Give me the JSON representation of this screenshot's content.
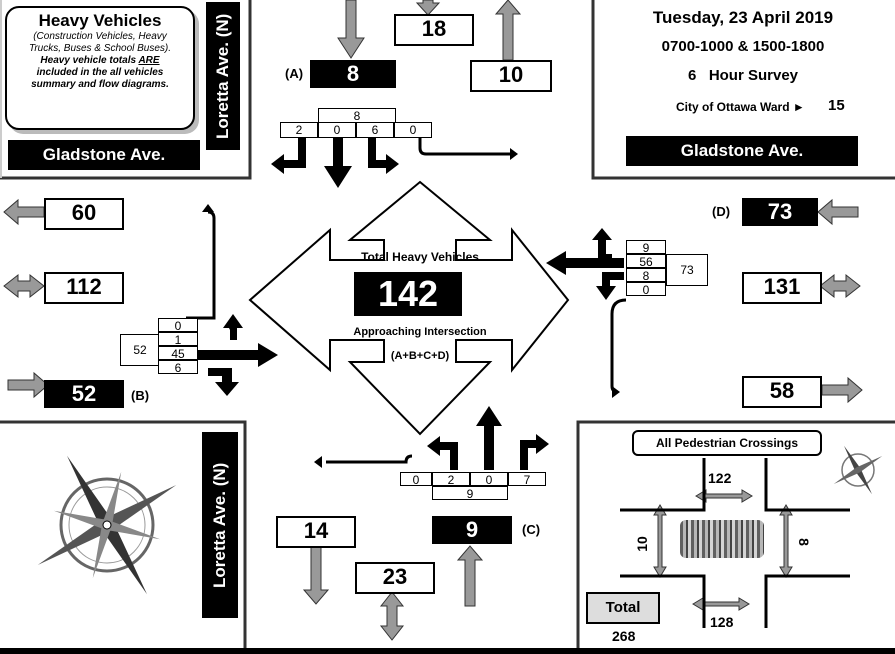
{
  "legend": {
    "title": "Heavy Vehicles",
    "line1": "(Construction Vehicles, Heavy",
    "line2": "Trucks, Buses & School Buses).",
    "line3a": "Heavy vehicle totals ",
    "line3b": "ARE",
    "line4": "included in the all vehicles",
    "line5": "summary and flow diagrams."
  },
  "header": {
    "date": "Tuesday, 23 April 2019",
    "times": "0700-1000 & 1500-1800",
    "survey": "6   Hour Survey",
    "ward_label": "City of Ottawa Ward ►",
    "ward_num": "15"
  },
  "streets": {
    "ew": "Gladstone Ave.",
    "ns": "Loretta Ave. (N)"
  },
  "approaches": {
    "A": {
      "label": "(A)",
      "total": "8",
      "left": "2",
      "through": "0",
      "right": "6",
      "uturn": "0",
      "sum": "8"
    },
    "B": {
      "label": "(B)",
      "total": "52",
      "uturn": "0",
      "left": "1",
      "through": "45",
      "right": "6",
      "sum": "52"
    },
    "C": {
      "label": "(C)",
      "total": "9",
      "uturn": "0",
      "left": "2",
      "through": "0",
      "right": "7",
      "sum": "9"
    },
    "D": {
      "label": "(D)",
      "total": "73",
      "right": "9",
      "through": "56",
      "left": "8",
      "uturn": "0",
      "sum": "73"
    }
  },
  "legs": {
    "north_out": "18",
    "north_total": "10",
    "west_out": "60",
    "west_total": "112",
    "east_total": "131",
    "east_out": "58",
    "south_out": "14",
    "south_total": "23"
  },
  "center": {
    "title": "Total Heavy Vehicles",
    "value": "142",
    "sub": "Approaching Intersection",
    "formula": "(A+B+C+D)"
  },
  "pedestrian": {
    "title": "All Pedestrian Crossings",
    "north": "122",
    "south": "128",
    "west": "10",
    "east": "8",
    "total_label": "Total",
    "total": "268"
  },
  "colors": {
    "arrow_gray": "#999999",
    "black": "#000000"
  }
}
